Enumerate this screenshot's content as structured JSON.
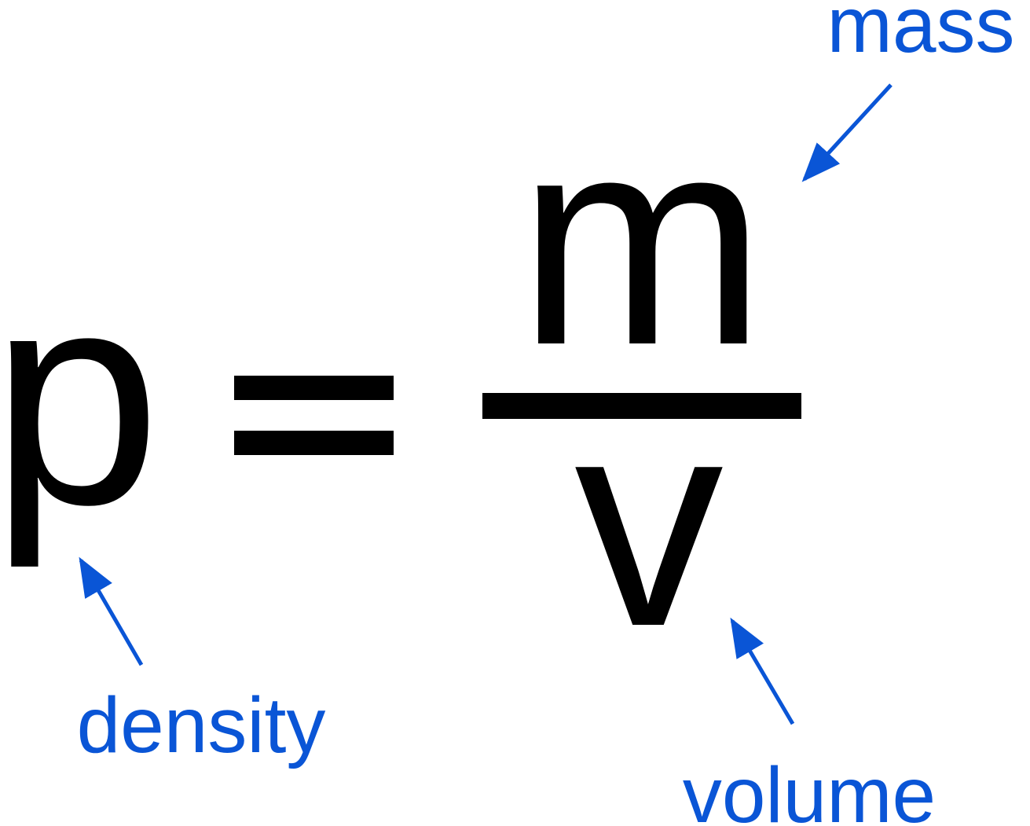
{
  "equation": {
    "lhs": "p",
    "equals": "=",
    "numerator": "m",
    "denominator": "v"
  },
  "labels": {
    "lhs": "density",
    "numerator": "mass",
    "denominator": "volume"
  },
  "colors": {
    "symbols": "#000000",
    "labels": "#0a55d6",
    "arrows": "#0a55d6"
  }
}
